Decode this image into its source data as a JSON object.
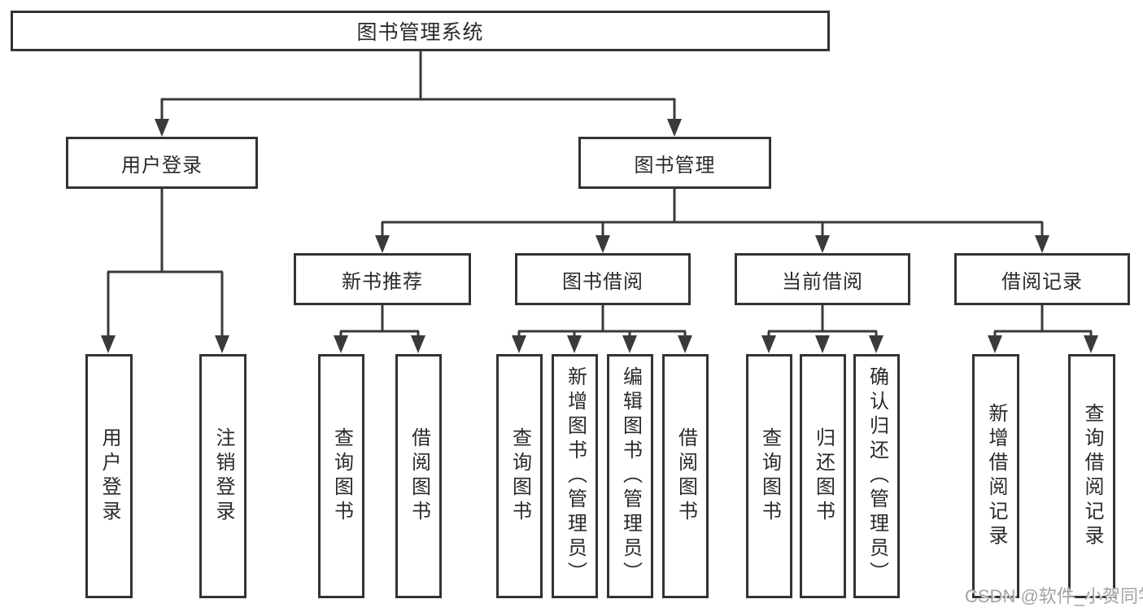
{
  "diagram": {
    "root": {
      "label": "图书管理系统"
    },
    "level2": {
      "user_login": {
        "label": "用户登录",
        "children": {
          "login": {
            "label": "用户登录"
          },
          "logout": {
            "label": "注销登录"
          }
        }
      },
      "book_mgmt": {
        "label": "图书管理",
        "children": {
          "new_book_rec": {
            "label": "新书推荐",
            "children": {
              "query": {
                "label": "查询图书"
              },
              "borrow": {
                "label": "借阅图书"
              }
            }
          },
          "book_borrow": {
            "label": "图书借阅",
            "children": {
              "query": {
                "label": "查询图书"
              },
              "add": {
                "label": "新增图书（管理员）"
              },
              "edit": {
                "label": "编辑图书（管理员）"
              },
              "borrow": {
                "label": "借阅图书"
              }
            }
          },
          "current_borrow": {
            "label": "当前借阅",
            "children": {
              "query": {
                "label": "查询图书"
              },
              "return": {
                "label": "归还图书"
              },
              "confirm": {
                "label": "确认归还（管理员）"
              }
            }
          },
          "borrow_record": {
            "label": "借阅记录",
            "children": {
              "add": {
                "label": "新增借阅记录"
              },
              "query": {
                "label": "查询借阅记录"
              }
            }
          }
        }
      }
    }
  },
  "watermark": "CSDN @软件_小贺同学",
  "colors": {
    "line": "#3a3a3a",
    "box_border": "#333333",
    "text": "#2a2a2a",
    "background": "#ffffff",
    "watermark": "#a3a3a3"
  }
}
